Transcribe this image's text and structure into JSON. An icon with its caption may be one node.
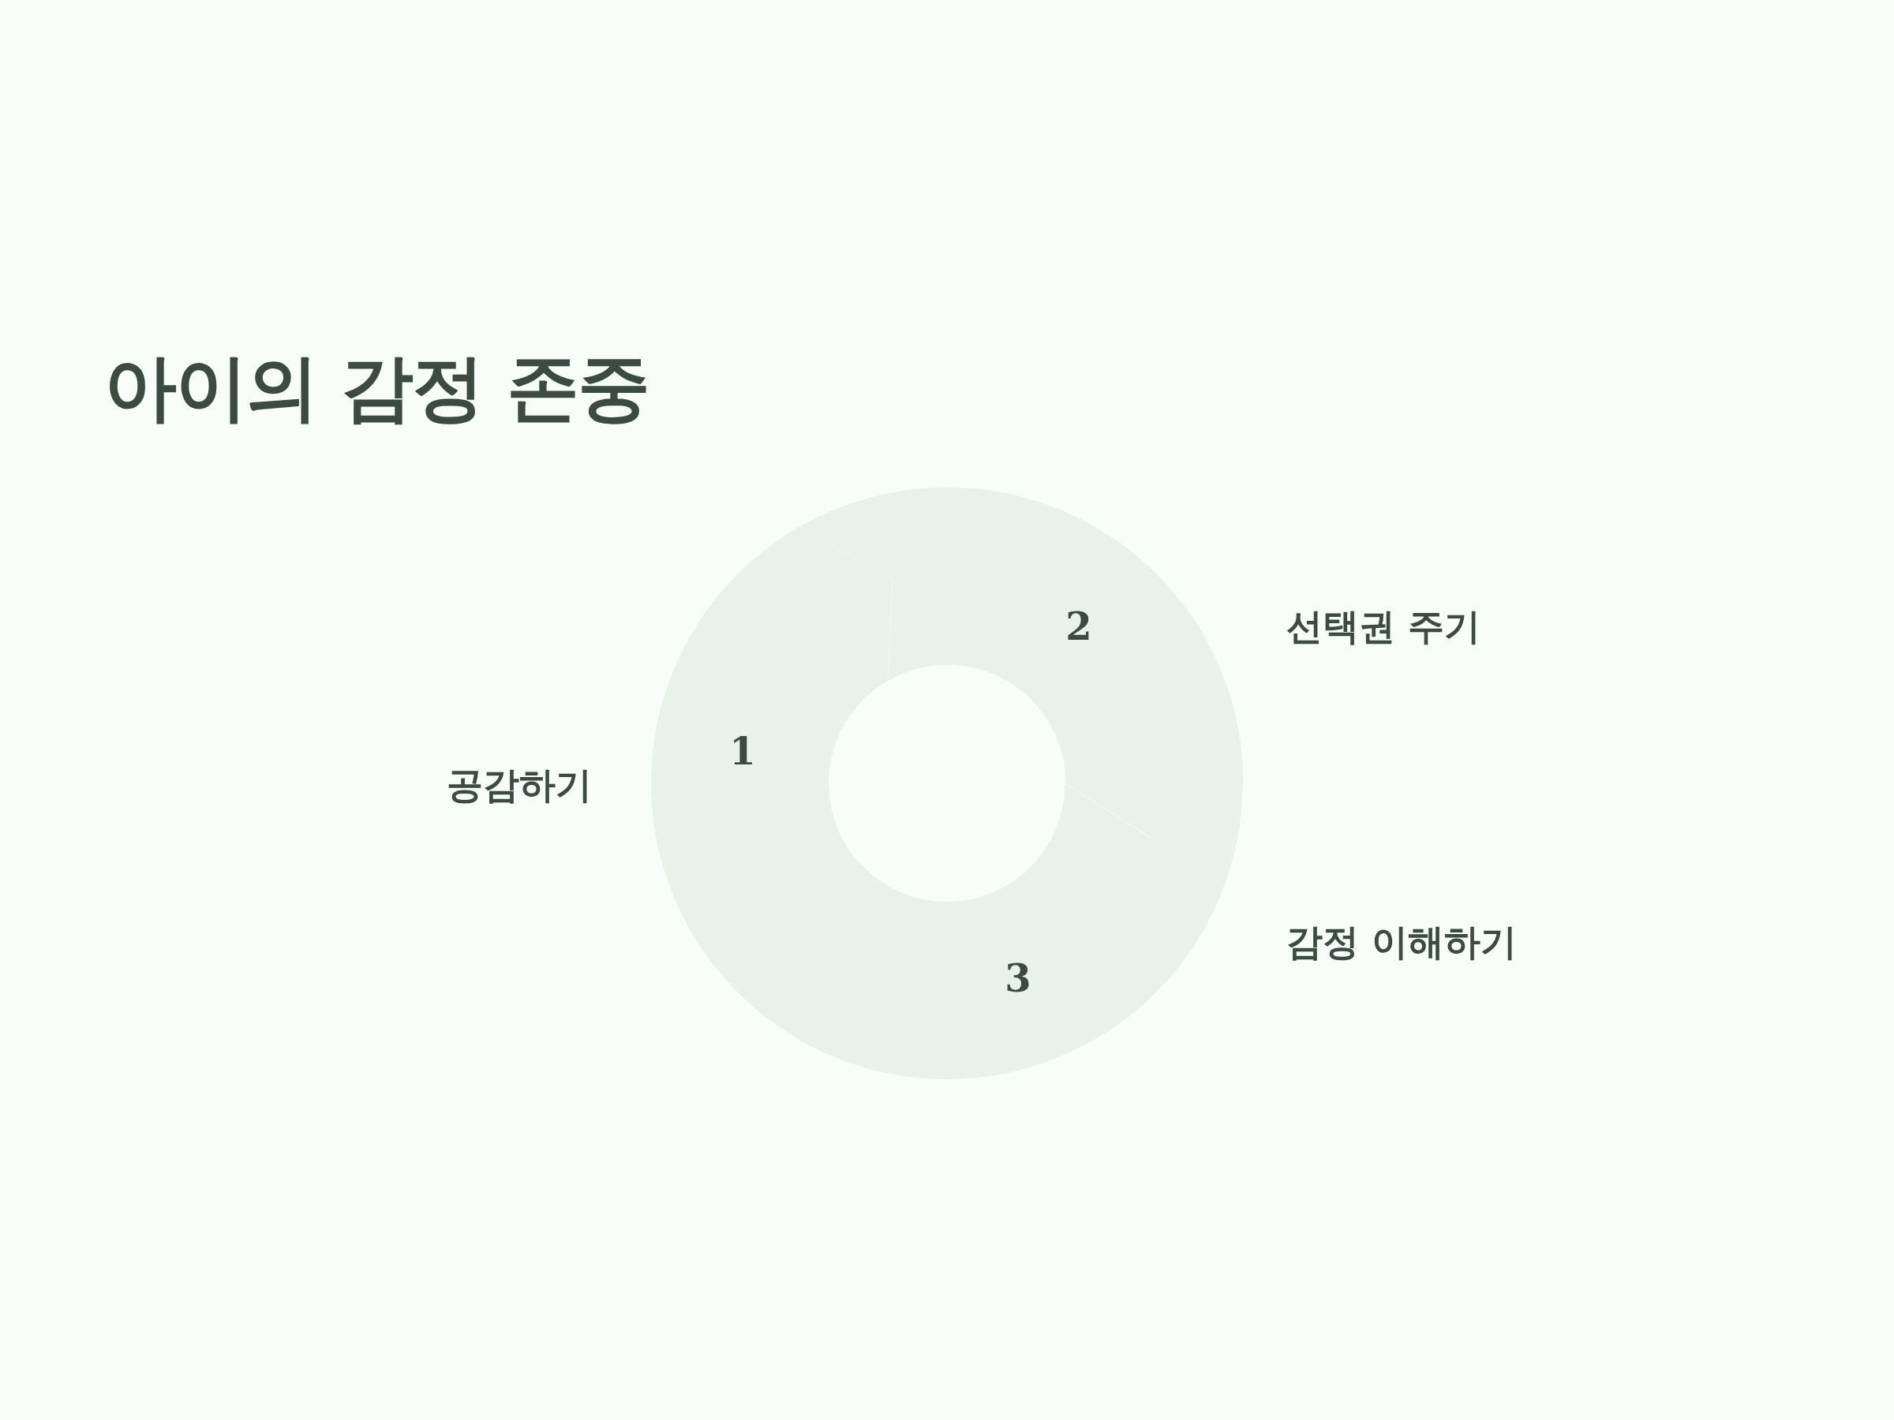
{
  "diagram": {
    "title": "아이의 감정 존중",
    "nodes": [
      {
        "text": [
          "1"
        ],
        "beside": [
          "공감하기"
        ]
      },
      {
        "text": [
          "2"
        ],
        "beside": [
          "선택권 주기"
        ]
      },
      {
        "text": [
          "3"
        ],
        "beside": [
          "감정 이해하기"
        ]
      }
    ]
  }
}
